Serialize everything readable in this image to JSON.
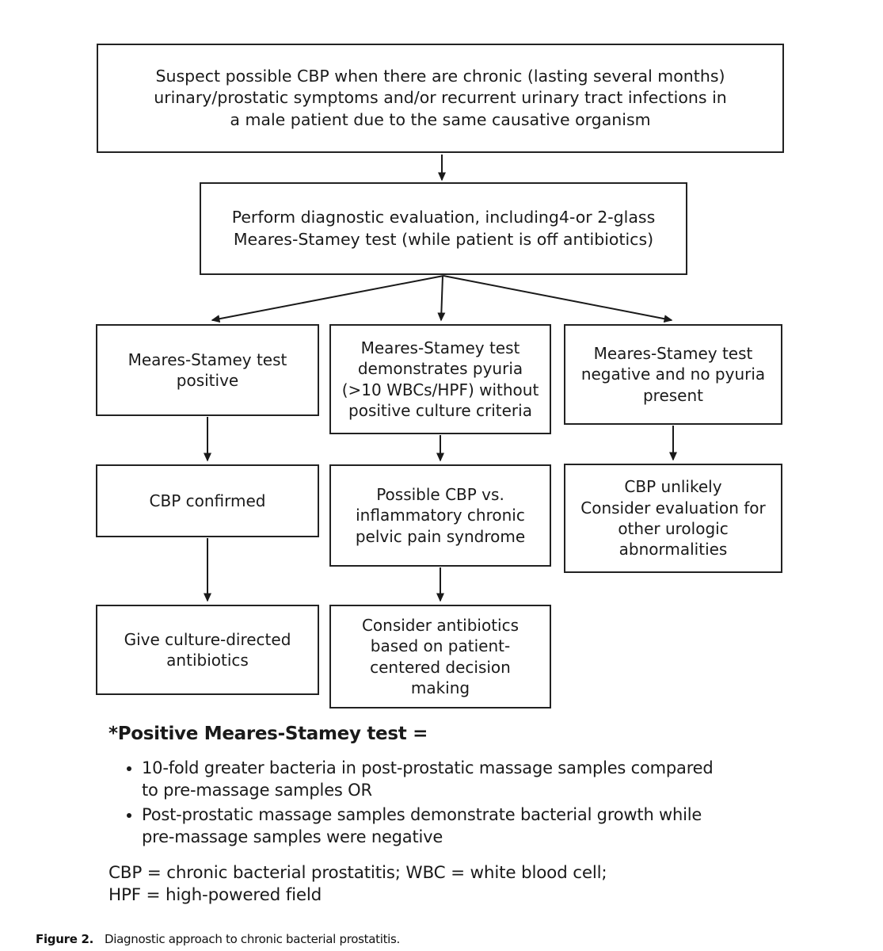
{
  "figure": {
    "caption_label": "Figure 2.",
    "caption_text": "Diagnostic approach to chronic bacterial prostatitis."
  },
  "flowchart": {
    "nodes": {
      "suspect": {
        "text": "Suspect possible CBP when there are chronic (lasting several months)\nurinary/prostatic symptoms and/or recurrent urinary tract infections in\na male patient due to the same causative organism"
      },
      "evaluate": {
        "text": "Perform diagnostic evaluation, including4-or 2-glass\nMeares-Stamey test (while patient is off antibiotics)"
      },
      "positive": {
        "text": "Meares-Stamey test\npositive"
      },
      "pyuria": {
        "text": "Meares-Stamey test\ndemonstrates pyuria\n(>10 WBCs/HPF) without\npositive culture criteria"
      },
      "negative": {
        "text": "Meares-Stamey test\nnegative and no pyuria\npresent"
      },
      "confirmed": {
        "text": "CBP confirmed"
      },
      "possible": {
        "text": "Possible CBP vs.\ninflammatory chronic\npelvic pain syndrome"
      },
      "unlikely": {
        "text": "CBP unlikely\nConsider evaluation for\nother urologic\nabnormalities"
      },
      "culture": {
        "text": "Give culture-directed\nantibiotics"
      },
      "consider": {
        "text": "Consider antibiotics\nbased on patient-\ncentered decision\nmaking"
      }
    },
    "edge_color": "#1a1a1a"
  },
  "footnote": {
    "heading": "*Positive Meares-Stamey test =",
    "bullets": [
      "10-fold greater bacteria in post-prostatic massage samples compared\nto pre-massage samples OR",
      "Post-prostatic massage samples demonstrate bacterial growth while\npre-massage samples were negative"
    ],
    "abbreviations": "CBP = chronic bacterial prostatitis; WBC = white blood cell;\nHPF = high-powered field"
  }
}
